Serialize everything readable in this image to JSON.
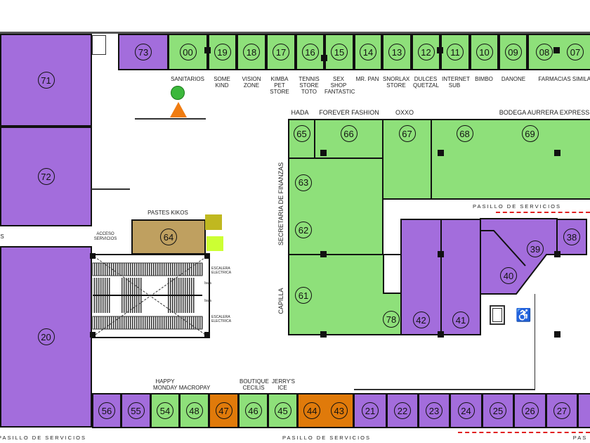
{
  "stores": {
    "s71": "71",
    "s72": "72",
    "s20": "20",
    "s73": "73",
    "s64": "64",
    "s00": "00",
    "s19": "19",
    "s18": "18",
    "s17": "17",
    "s16": "16",
    "s15": "15",
    "s14": "14",
    "s13": "13",
    "s12": "12",
    "s11": "11",
    "s10": "10",
    "s09": "09",
    "s08": "08",
    "s07": "07",
    "s65": "65",
    "s66": "66",
    "s67": "67",
    "s68": "68",
    "s69": "69",
    "s63": "63",
    "s62": "62",
    "s61": "61",
    "s78": "78",
    "s42": "42",
    "s41": "41",
    "s40": "40",
    "s39": "39",
    "s38": "38",
    "s56": "56",
    "s55": "55",
    "s54": "54",
    "s48": "48",
    "s47": "47",
    "s46": "46",
    "s45": "45",
    "s44": "44",
    "s43": "43",
    "s21": "21",
    "s22": "22",
    "s23": "23",
    "s24": "24",
    "s25": "25",
    "s26": "26",
    "s27": "27"
  },
  "labels": {
    "sanitarios": "SANITARIOS",
    "some_kind": "SOME KIND",
    "vision_zone": "VISION ZONE",
    "kimba": "KIMBA PET STORE",
    "tennis": "TENNIS STORE TOTO",
    "sexshop": "SEX SHOP FANTASTIC",
    "mrpan": "MR. PAN",
    "snorlax": "SNORLAX STORE",
    "dulces": "DULCES QUETZAL",
    "internet": "INTERNET SUB",
    "bimbo": "BIMBO",
    "danone": "DANONE",
    "farmacias": "FARMACIAS SIMILARES",
    "hada": "HADA",
    "forever": "FOREVER FASHION",
    "oxxo": "OXXO",
    "bodega": "BODEGA AURRERA EXPRESS",
    "secretaria": "SECRETARIA DE FINANZAS",
    "capilla": "CAPILLA",
    "pastes": "PASTES KIKOS",
    "acceso": "ACCESO SERVICIOS",
    "acceso_cut": "S",
    "escalera1": "ESCALERA ELECTRICA",
    "escalera2": "ESCALERA ELECTRICA",
    "baja1": "baja",
    "baja2": "baja",
    "happy": "HAPPY MONDAY",
    "macropay": "MACROPAY",
    "boutique": "BOUTIQUE CECILIS",
    "jerrys": "JERRY'S ICE",
    "pasillo_mid": "PASILLO DE SERVICIOS",
    "pasillo_b1": "PASILLO DE SERVICIOS",
    "pasillo_b2": "PASILLO DE SERVICIOS",
    "pasillo_b3": "PAS"
  },
  "colors": {
    "anchor": "#a36ddc",
    "local": "#8ee07a",
    "food": "#e07a0a",
    "kiosk": "#bfa060"
  }
}
